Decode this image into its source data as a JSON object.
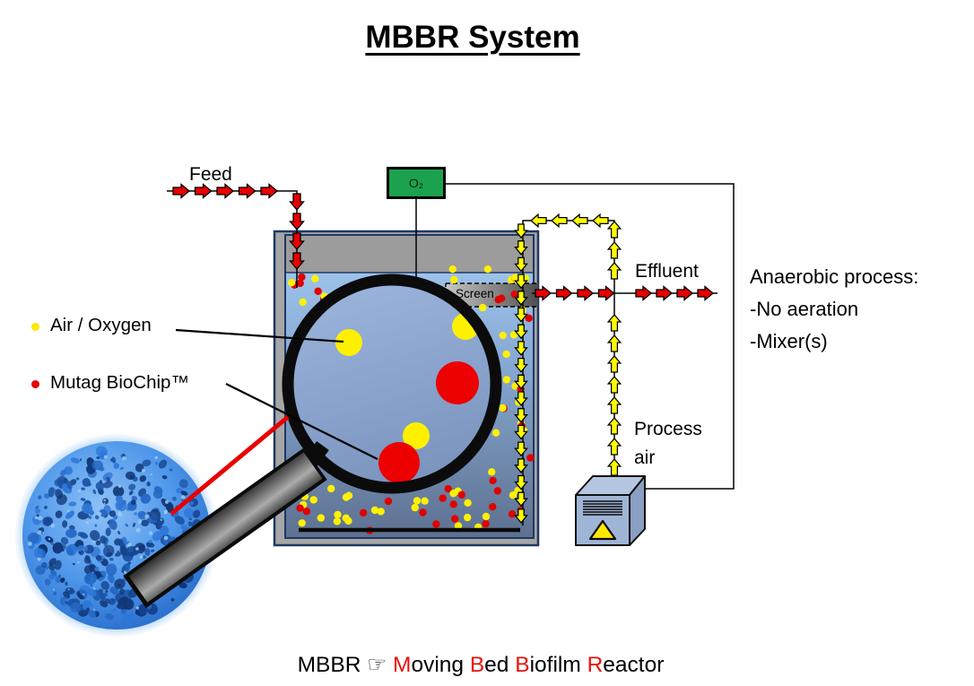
{
  "title": "MBBR System",
  "labels": {
    "feed": "Feed",
    "effluent": "Effluent",
    "process_air_line1": "Process",
    "process_air_line2": "air",
    "screen": "Screen",
    "o2": "O₂"
  },
  "legend": {
    "items": [
      {
        "label": "Air / Oxygen",
        "bullet_color": "#FFE800"
      },
      {
        "label": "Mutag BioChip™",
        "bullet_color": "#E60000"
      }
    ]
  },
  "notes": {
    "heading": "Anaerobic process:",
    "lines": [
      "-No aeration",
      "-Mixer(s)"
    ]
  },
  "footer": {
    "segments": [
      {
        "t": "MBBR ",
        "c": "#000000"
      },
      {
        "t": "☞ ",
        "c": "#1a1a1a"
      },
      {
        "t": "M",
        "c": "#E8100E"
      },
      {
        "t": "oving ",
        "c": "#000000"
      },
      {
        "t": "B",
        "c": "#E8100E"
      },
      {
        "t": "ed ",
        "c": "#000000"
      },
      {
        "t": "B",
        "c": "#E8100E"
      },
      {
        "t": "iofilm ",
        "c": "#000000"
      },
      {
        "t": "R",
        "c": "#E8100E"
      },
      {
        "t": "eactor",
        "c": "#000000"
      }
    ]
  },
  "colors": {
    "arrow_red": "#E60000",
    "arrow_yellow": "#FFFF00",
    "o2_box_green": "#1CA24E",
    "tank_wall_gray": "#A6A6A6",
    "tank_border_navy": "#1F3864",
    "water_top_blue": "#9CC2EA",
    "water_bottom_blue": "#5E7191",
    "sponge_blue": "#4F97EA"
  }
}
